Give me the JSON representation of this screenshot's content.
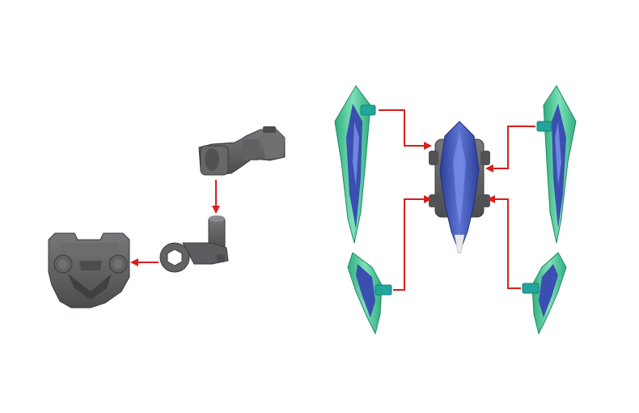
{
  "diagram": {
    "type": "assembly-instruction",
    "background": "#ffffff",
    "colors": {
      "arrow": "#d81e1e",
      "gray_part": "#5a5c5e",
      "gray_part_dark": "#3e4042",
      "gray_part_light": "#7a7c7e",
      "blue_part": "#3a4fb0",
      "blue_part_light": "#5d74d4",
      "green_clear": "#3fbf8f",
      "green_clear_light": "#7fe0b8",
      "teal_peg": "#22a59a",
      "white_tip": "#e8e8e8"
    },
    "groups": [
      {
        "id": "hinge-assembly",
        "parts": [
          "shoulder-hinge-piece",
          "ball-joint-arm",
          "waist-armor-piece"
        ]
      },
      {
        "id": "fin-assembly",
        "parts": [
          "center-blue-fin",
          "fin-upper-left",
          "fin-upper-right",
          "fin-lower-left",
          "fin-lower-right"
        ]
      }
    ]
  }
}
